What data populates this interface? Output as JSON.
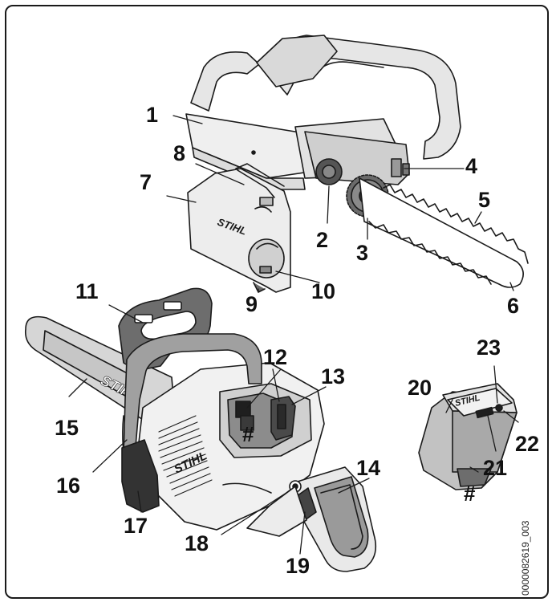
{
  "brand_mark": "STIHL",
  "doc_ref": "0000082619_003",
  "callouts": [
    "1",
    "2",
    "3",
    "4",
    "5",
    "6",
    "7",
    "8",
    "9",
    "10",
    "11",
    "12",
    "13",
    "14",
    "15",
    "16",
    "17",
    "18",
    "19",
    "20",
    "21",
    "22",
    "23",
    "#",
    "#"
  ],
  "colors": {
    "line": "#1a1a1a",
    "light_gray": "#d9d9d9",
    "mid_gray": "#a6a6a6",
    "dark_gray": "#6b6b6b",
    "black": "#1f1f1f"
  }
}
